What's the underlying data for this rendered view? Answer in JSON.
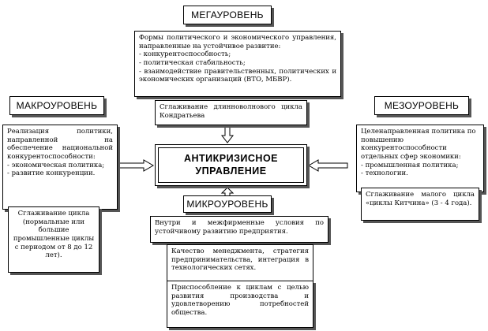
{
  "center": {
    "line1": "АНТИКРИЗИСНОЕ",
    "line2": "УПРАВЛЕНИЕ"
  },
  "mega": {
    "title": "МЕГАУРОВЕНЬ",
    "text_intro": "Формы политического и экономического управления, направленные на устойчивое развитие:",
    "items": [
      "- конкурентоспособность;",
      "- политическая стабильность;",
      "- взаимодействие правительственных, политических и экономических организаций (ВТО, МБВР)."
    ],
    "note": "Сглаживание длинноволнового цикла Кондратьева"
  },
  "macro": {
    "title": "МАКРОУРОВЕНЬ",
    "text_intro": "Реализация политики, направленной на обеспечение национальной конкурентоспособности:",
    "items": [
      "- экономическая политика;",
      "- развитие конкуренции."
    ],
    "note": "Сглаживание цикла (нормальные или большие промышленные циклы с периодом от 8 до 12 лет)."
  },
  "meso": {
    "title": "МЕЗОУРОВЕНЬ",
    "text_intro": "Целенаправленная политика по повышению конкурентоспособности отдельных сфер экономики:",
    "items": [
      "- промышленная политика;",
      "- технологии."
    ],
    "note": "Сглаживание малого цикла «циклы Китчина» (3 - 4 года)."
  },
  "micro": {
    "title": "МИКРОУРОВЕНЬ",
    "text": "Внутри и межфирменные условия по устойчивому развитию предприятия.",
    "sub1": "Качество менеджмента, стратегия предпринимательства, интеграция в технологических сетях.",
    "sub2": "Приспособление к циклам с целью развития производства и удовлетворению потребностей общества."
  }
}
